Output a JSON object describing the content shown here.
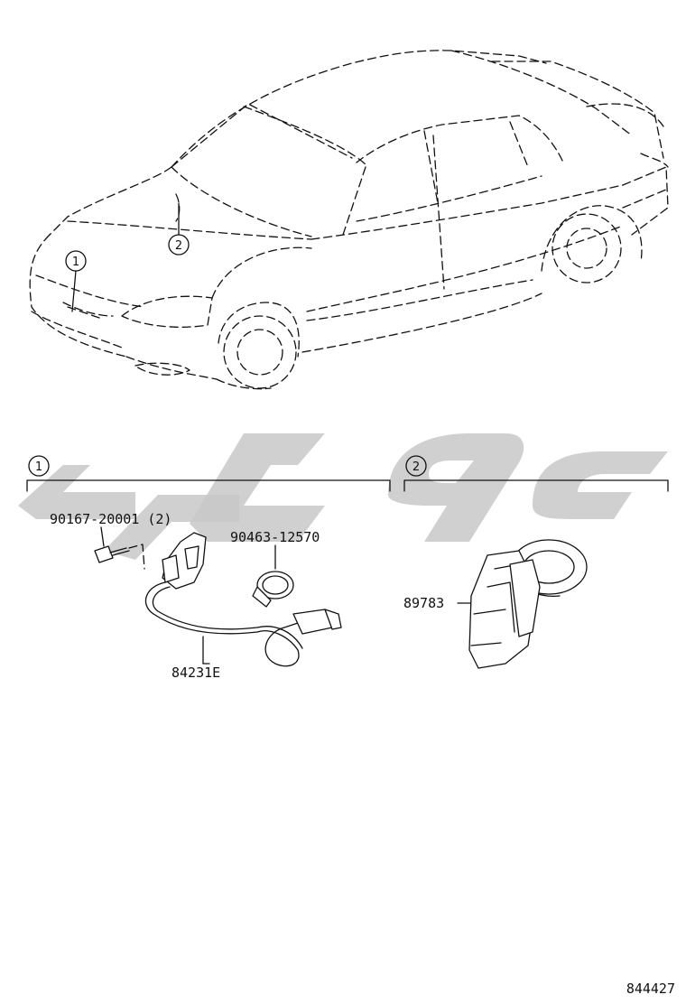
{
  "callouts": {
    "one": "1",
    "two": "2"
  },
  "parts": {
    "bolt": "90167-20001 (2)",
    "clamp": "90463-12570",
    "sensor": "84231E",
    "transponder": "89783"
  },
  "diagram_code": "844427",
  "colors": {
    "line": "#111111",
    "watermark": "#c8c8c8"
  }
}
